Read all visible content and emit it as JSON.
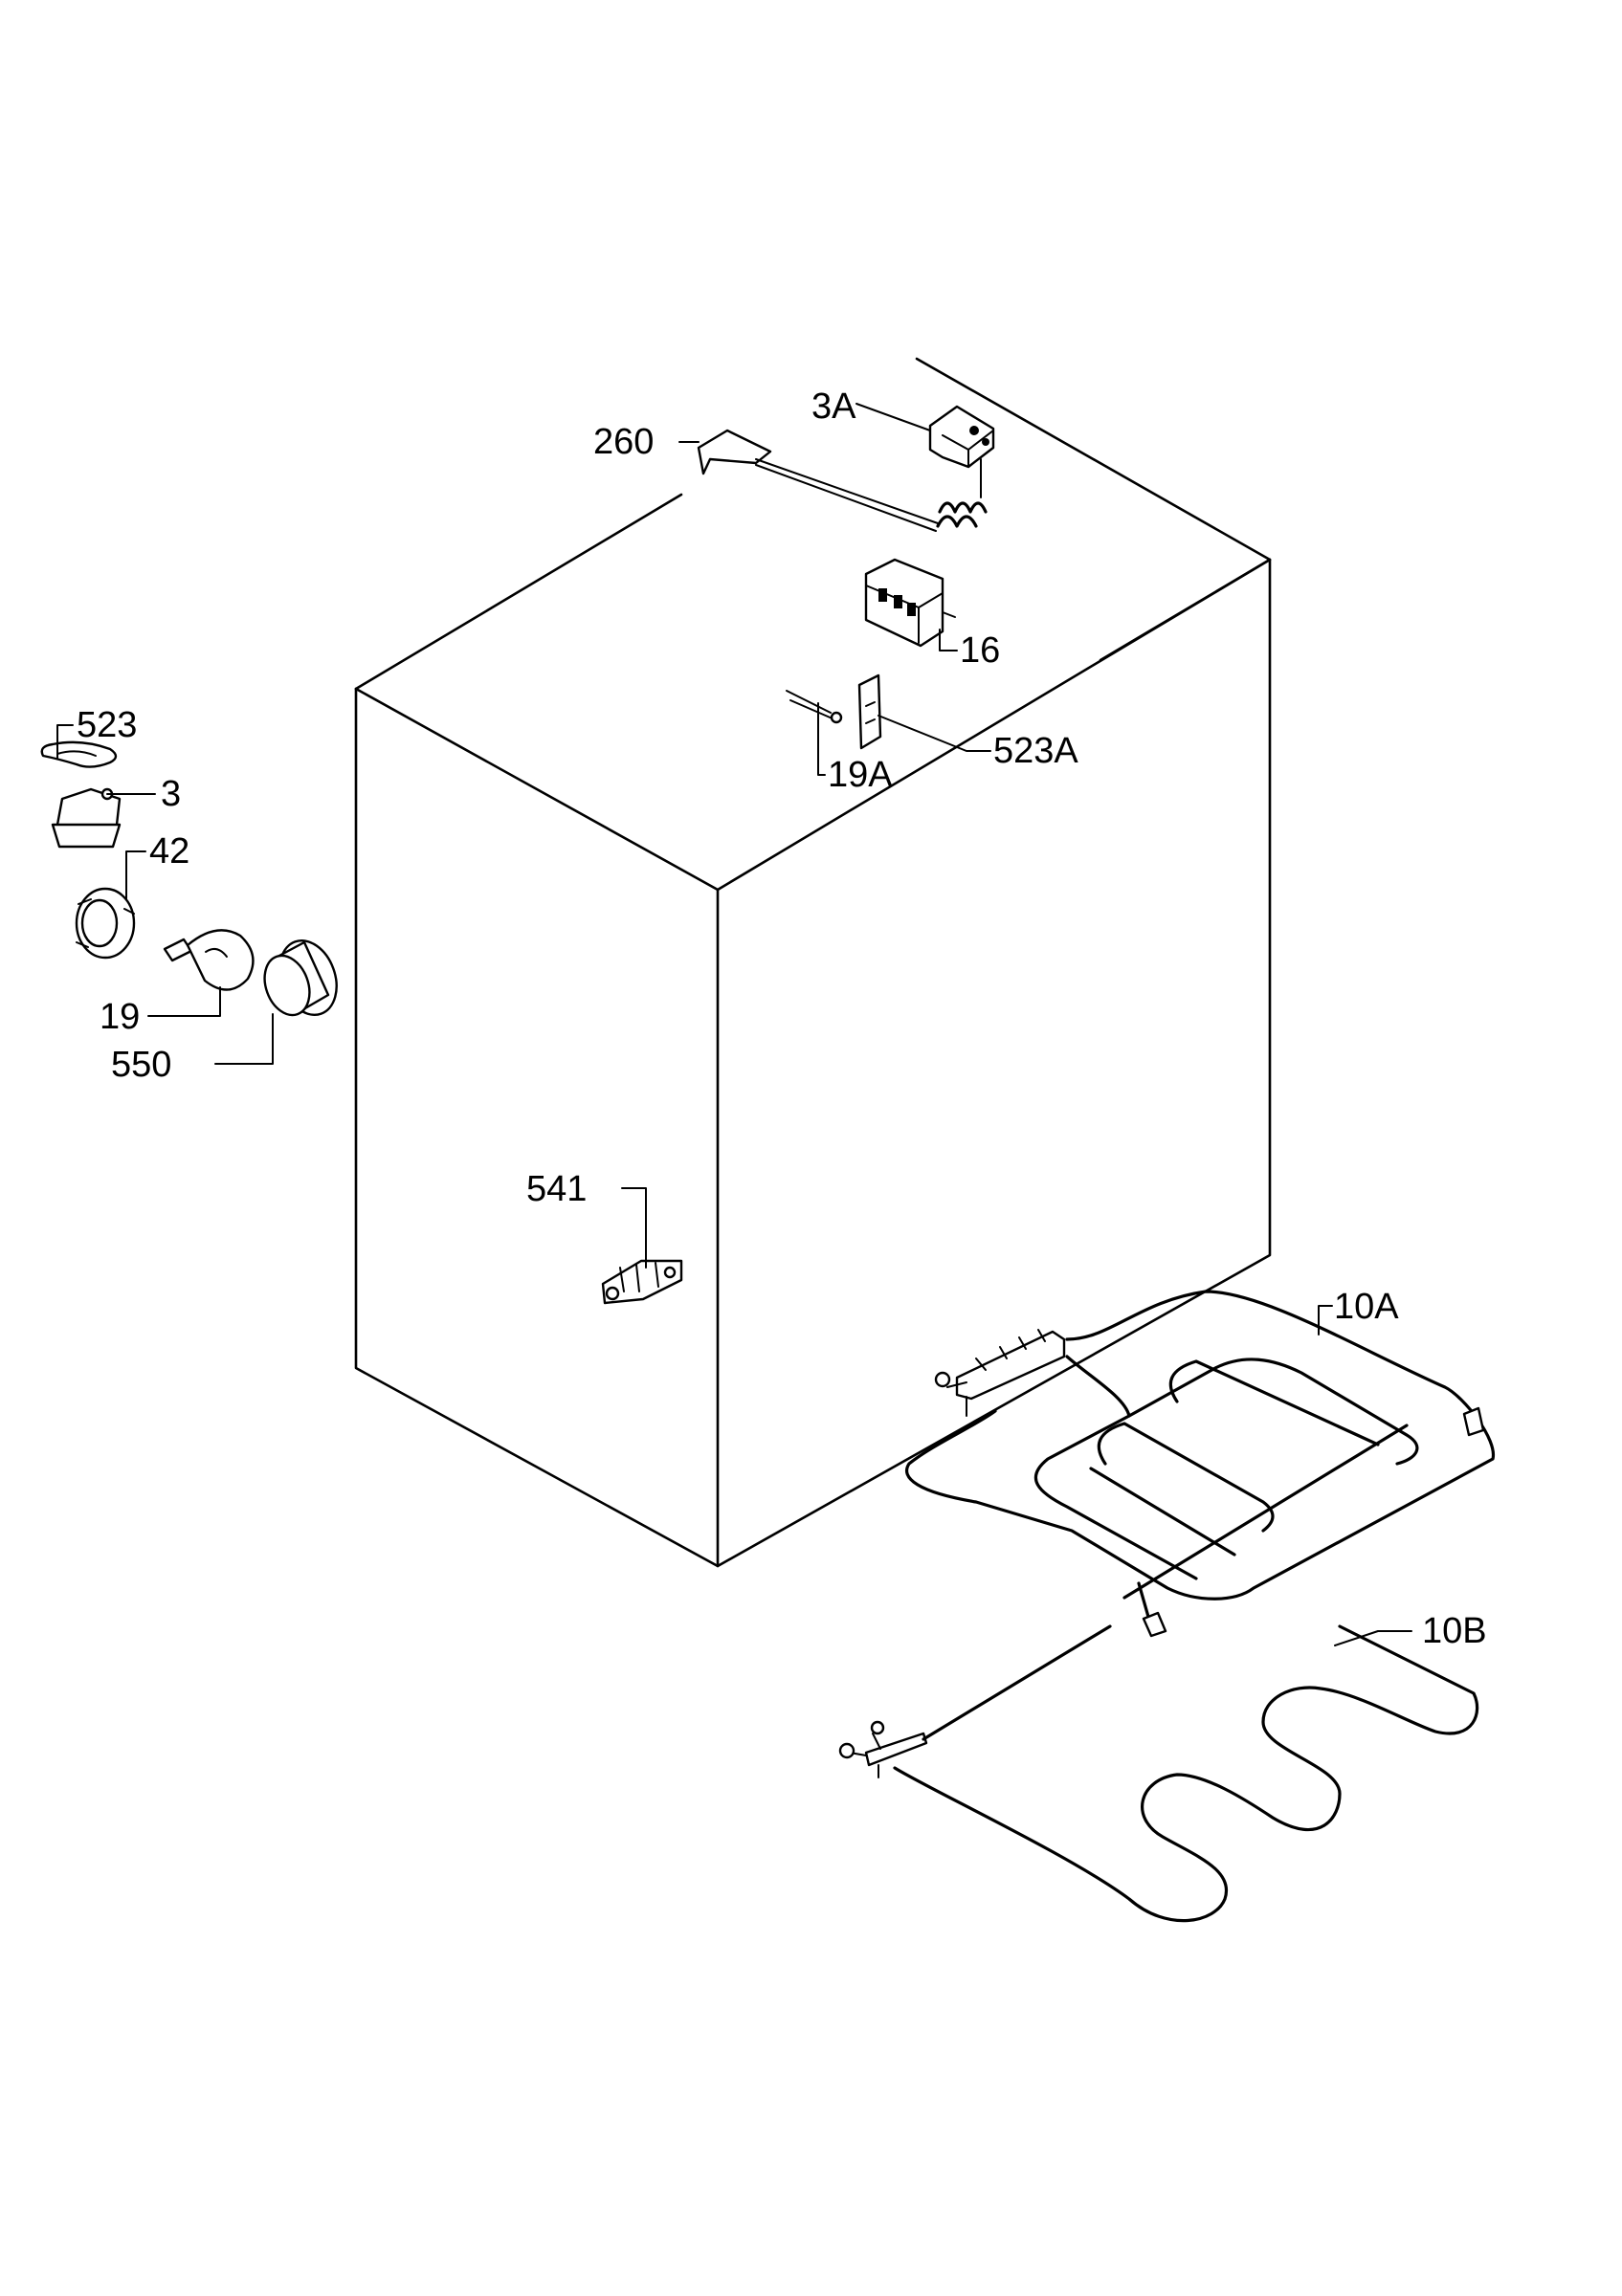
{
  "labels": {
    "l3A": "3A",
    "l260": "260",
    "l16": "16",
    "l523A": "523A",
    "l19A": "19A",
    "l523": "523",
    "l3": "3",
    "l42": "42",
    "l19": "19",
    "l550": "550",
    "l541": "541",
    "l10A": "10A",
    "l10B": "10B"
  }
}
